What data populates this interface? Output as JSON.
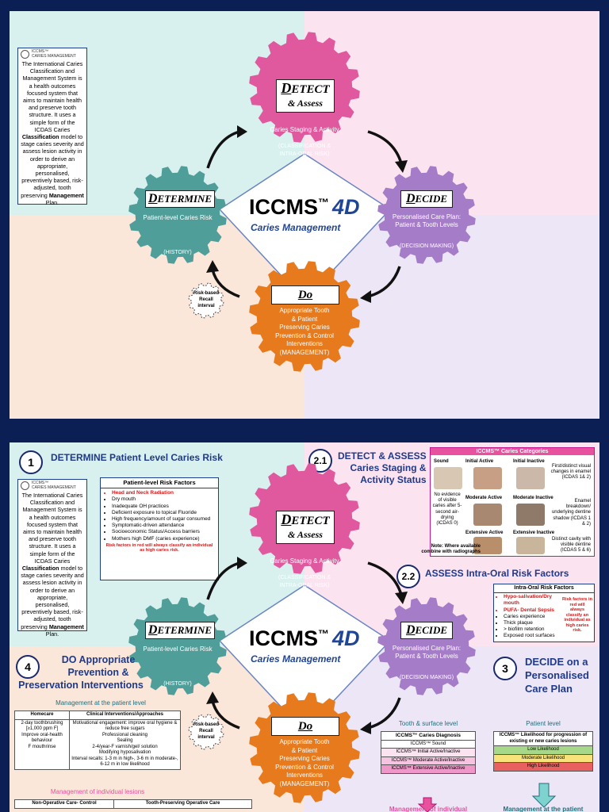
{
  "intro": {
    "logo_line1": "ICCMS™",
    "logo_line2": "CARIES MANAGEMENT",
    "text_a": "The International Caries Classification and Management System is a health outcomes focused system that aims to maintain health and preserve tooth structure. It uses a simple form of the ICDAS Caries",
    "bold_a": "Classification",
    "text_b": "model to stage caries severity and assess lesion activity in order to derive an appropriate, personalised, preventively based, risk-adjusted, tooth preserving",
    "bold_b": "Management",
    "text_c": "Plan."
  },
  "center": {
    "title": "ICCMS",
    "tm": "™",
    "fourd": "4D",
    "subtitle": "Caries Management"
  },
  "gears": {
    "detect": {
      "initial": "D",
      "rest": "ETECT",
      "line2": "& Assess",
      "desc": "Caries Staging & Activity",
      "note1": "(CLASSIFICATION &",
      "note2": "INTRA-ORAL RISK)",
      "color": "#e0589d"
    },
    "decide": {
      "initial": "D",
      "rest": "ECIDE",
      "desc1": "Personalised Care Plan:",
      "desc2": "Patient & Tooth Levels",
      "note": "(DECISION MAKING)",
      "color": "#a57cc8"
    },
    "do": {
      "title": "Do",
      "l1": "Appropriate Tooth",
      "l2": "& Patient",
      "l3": "Preserving Caries",
      "l4": "Prevention & Control",
      "l5": "Interventions",
      "l6": "(MANAGEMENT)",
      "color": "#e67a1c"
    },
    "determine": {
      "initial": "D",
      "rest": "ETERMINE",
      "desc": "Patient-level Caries Risk",
      "note": "(HISTORY)",
      "color": "#4f9e9a"
    },
    "recall": {
      "l1": "Risk-based",
      "l2": "Recall",
      "l3": "interval"
    }
  },
  "step1": {
    "num": "1",
    "head": "DETERMINE Patient Level Caries Risk"
  },
  "risk_factors": {
    "title": "Patient-level Risk Factors",
    "items": [
      "Head and Neck Radiation",
      "Dry mouth",
      "Inadequate OH practices",
      "Deficient exposure to topical Fluoride",
      "High frequency/amount of sugar consumed",
      "Symptomatic-driven attendance",
      "Socioeconomic Status/Access barriers",
      "Mothers high DMF (caries experience)"
    ],
    "note": "Risk factors in red will always classify an individual as high caries risk."
  },
  "step21": {
    "num": "2.1",
    "h1": "DETECT & ASSESS",
    "h2": "Caries Staging &",
    "h3": "Activity Status"
  },
  "categories": {
    "title": "ICCMS™ Caries Categories",
    "sound": "Sound",
    "initial_active": "Initial Active",
    "initial_inactive": "Initial Inactive",
    "moderate_active": "Moderate Active",
    "moderate_inactive": "Moderate Inactive",
    "extensive_active": "Extensive Active",
    "extensive_inactive": "Extensive Inactive",
    "sound_desc": "No evidence of visible caries after 5-second air-drying (ICDAS 0)",
    "initial_desc": "First/distinct visual changes in enamel (ICDAS 1& 2)",
    "moderate_desc": "Enamel breakdown/ underlying dentine shadow (ICDAS 1 & 2)",
    "extensive_desc": "Distinct cavity with visible dentine (ICDAS 5 & 6)",
    "note1": "Note: Where available",
    "note2": "combine with radiographs"
  },
  "step22": {
    "num": "2.2",
    "head": "ASSESS Intra-Oral Risk Factors"
  },
  "intraoral": {
    "title": "Intra-Oral Risk Factors",
    "items": [
      "Hypo-salivation/Dry mouth",
      "PUFA- Dental Sepsis",
      "Caries experience",
      "Thick plaque",
      "> biofilm retention",
      "Exposed root surfaces"
    ],
    "note": "Risk factors in red will always classify an individual as high caries risk."
  },
  "step3": {
    "num": "3",
    "h1": "DECIDE on a",
    "h2": "Personalised",
    "h3": "Care Plan"
  },
  "step4": {
    "num": "4",
    "h1": "DO Appropriate",
    "h2": "Prevention &",
    "h3": "Preservation Interventions"
  },
  "mgmt_patient": {
    "title": "Management at the patient level",
    "col1": "Homecare",
    "col2": "Clinical Interventions/Approaches",
    "c1_1": "2-day toothbrushing",
    "c1_2": "[≥1,000 ppm F]",
    "c1_3": "Improve oral-health behaviour",
    "c1_4": "F mouthrinse",
    "c2_1": "Motivational engagement: improve oral hygiene & reduce free sugars",
    "c2_2": "Professional cleaning",
    "c2_3": "Sealing",
    "c2_4": "2-4/year-F varnish/gel/ solution",
    "c2_5": "Modifying hyposalivation",
    "c2_6": "Interval recalls: 1-3 m in high-, 3-6 m in moderate-, 6-12 m in low likelihood"
  },
  "mgmt_lesion": {
    "title": "Management of individual lesions",
    "col1": "Non-Operative Care- Control",
    "col2": "Tooth-Preserving Operative Care"
  },
  "tooth_level": {
    "title": "Tooth & surface level",
    "head": "ICCMS™ Caries Diagnosis",
    "r1": "ICCMS™ Sound",
    "r2": "ICCMS™ Initial Active/Inactive",
    "r3": "ICCMS™ Moderate Active/Inactive",
    "r4": "ICCMS™ Extensive Active/Inactive",
    "footer": "Management of individual"
  },
  "patient_level": {
    "title": "Patient level",
    "head": "ICCMS™ Likelihood for progression of existing or new caries lesions",
    "low": "Low Likelihood",
    "moderate": "Moderate Likelihood",
    "high": "High Likelihood",
    "footer": "Management at the patient"
  },
  "colors": {
    "teal_bg": "#d8f0ee",
    "pink_bg": "#fce3f0",
    "peach_bg": "#fbe6da",
    "lavender_bg": "#ece6f7",
    "navy": "#0b1f55"
  }
}
